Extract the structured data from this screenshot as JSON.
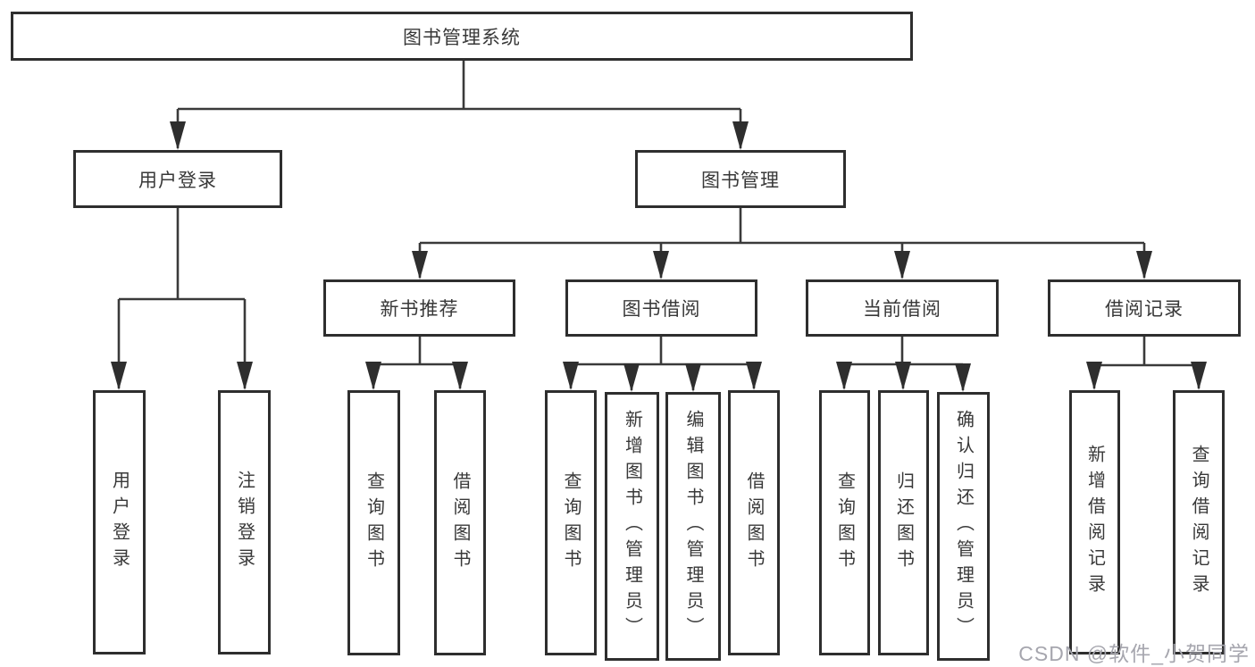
{
  "title": "图书管理系统",
  "branches": {
    "login": {
      "label": "用户登录",
      "leaves": [
        "用户登录",
        "注销登录"
      ]
    },
    "manage": {
      "label": "图书管理"
    }
  },
  "modules": [
    {
      "label": "新书推荐",
      "leaves": [
        "查询图书",
        "借阅图书"
      ]
    },
    {
      "label": "图书借阅",
      "leaves": [
        "查询图书",
        "新增图书（管理员）",
        "编辑图书（管理员）",
        "借阅图书"
      ]
    },
    {
      "label": "当前借阅",
      "leaves": [
        "查询图书",
        "归还图书",
        "确认归还（管理员）"
      ]
    },
    {
      "label": "借阅记录",
      "leaves": [
        "新增借阅记录",
        "查询借阅记录"
      ]
    }
  ],
  "watermark": "CSDN @软件_小贺同学",
  "colors": {
    "line": "#3a3a3a",
    "box_border": "#2e2e2e",
    "box_background": "#ffffff",
    "text": "#383838",
    "watermark": "#a6a6ae"
  }
}
